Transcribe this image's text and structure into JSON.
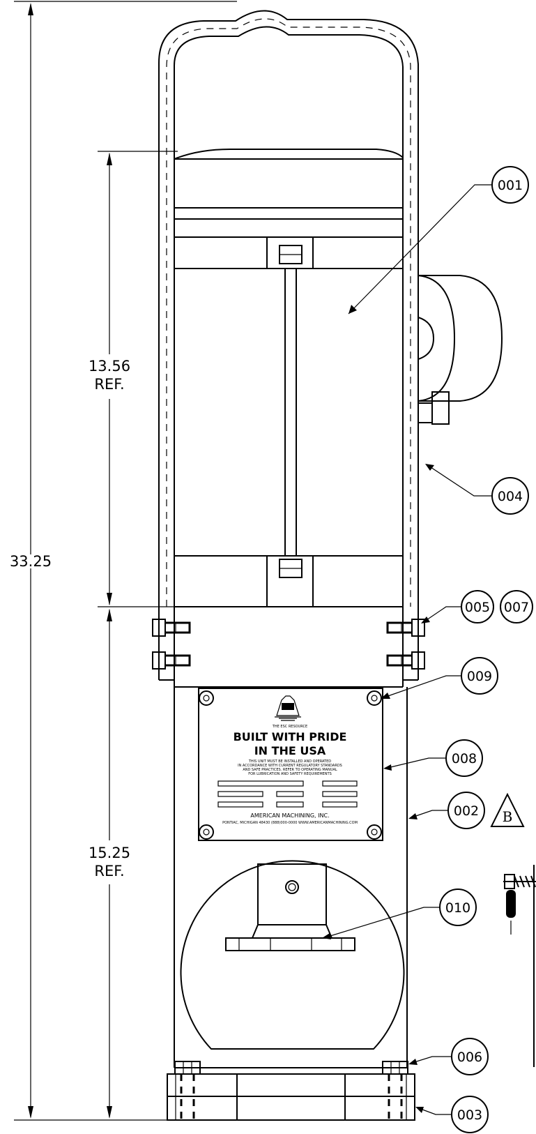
{
  "dimensions": {
    "overall": "33.25",
    "upper_value": "13.56",
    "upper_ref": "REF.",
    "lower_value": "15.25",
    "lower_ref": "REF."
  },
  "balloons": {
    "b001": "001",
    "b004": "004",
    "b005": "005",
    "b007": "007",
    "b009": "009",
    "b008": "008",
    "b002": "002",
    "b010": "010",
    "b006": "006",
    "b003": "003"
  },
  "revision_mark": "B",
  "nameplate": {
    "logo_caption": "THE ESC RESOURCE",
    "line1": "BUILT WITH PRIDE",
    "line2": "IN THE USA",
    "notice_1": "THIS UNIT MUST BE INSTALLED AND OPERATED",
    "notice_2": "IN ACCORDANCE WITH CURRENT REGULATORY STANDARDS",
    "notice_3": "AND SAFE PRACTICES. REFER TO OPERATING MANUAL",
    "notice_4": "FOR LUBRICATION AND SAFETY REQUIREMENTS",
    "company": "AMERICAN MACHINING, INC.",
    "address": "PONTIAC, MICHIGAN 48430  (888)000-0000  WWW.AMERICANMACHINING.COM"
  }
}
